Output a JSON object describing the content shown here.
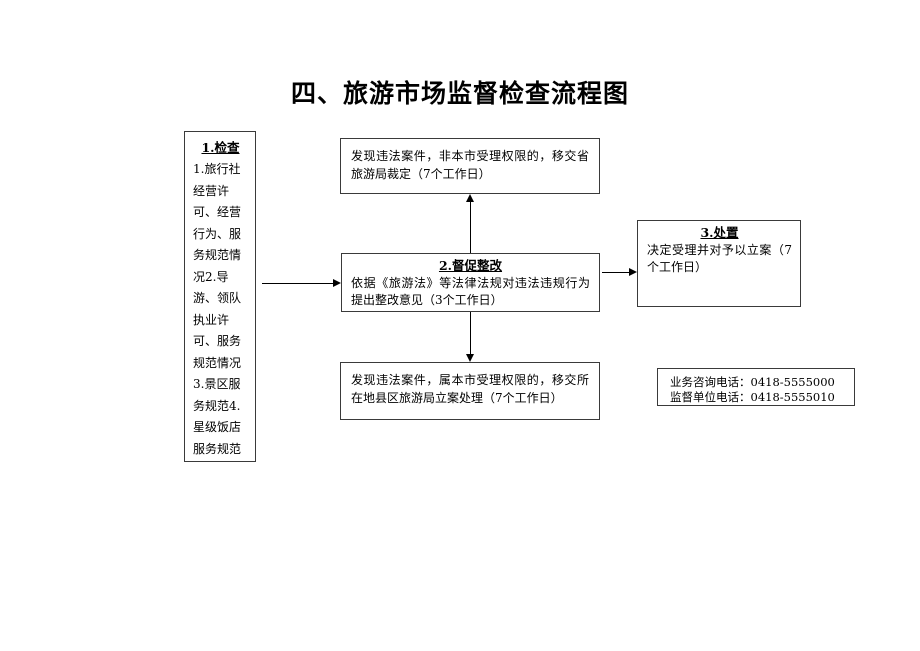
{
  "document": {
    "title": "四、旅游市场监督检查流程图"
  },
  "boxes": {
    "inspection": {
      "heading": "1.检查",
      "body": "1.旅行社经营许可、经营行为、服务规范情况2.导游、领队执业许可、服务规范情况3.景区服务规范4.星级饭店服务规范"
    },
    "transfer_province": {
      "body": "发现违法案件，非本市受理权限的，移交省旅游局裁定（7个工作日）"
    },
    "rectify": {
      "heading": "2.督促整改",
      "body": "依据《旅游法》等法律法规对违法违规行为提出整改意见（3个工作日）"
    },
    "disposal": {
      "heading": "3.处置",
      "body": "决定受理并对予以立案（7个工作日）"
    },
    "transfer_local": {
      "body": "发现违法案件，属本市受理权限的，移交所在地县区旅游局立案处理（7个工作日）"
    },
    "contact": {
      "consult_line": "业务咨询电话：0418-5555000",
      "supervise_line": "监督单位电话：0418-5555010"
    }
  },
  "colors": {
    "box_border": "#3a3a3a",
    "text": "#000000",
    "connector": "#000000",
    "background": "#ffffff"
  }
}
